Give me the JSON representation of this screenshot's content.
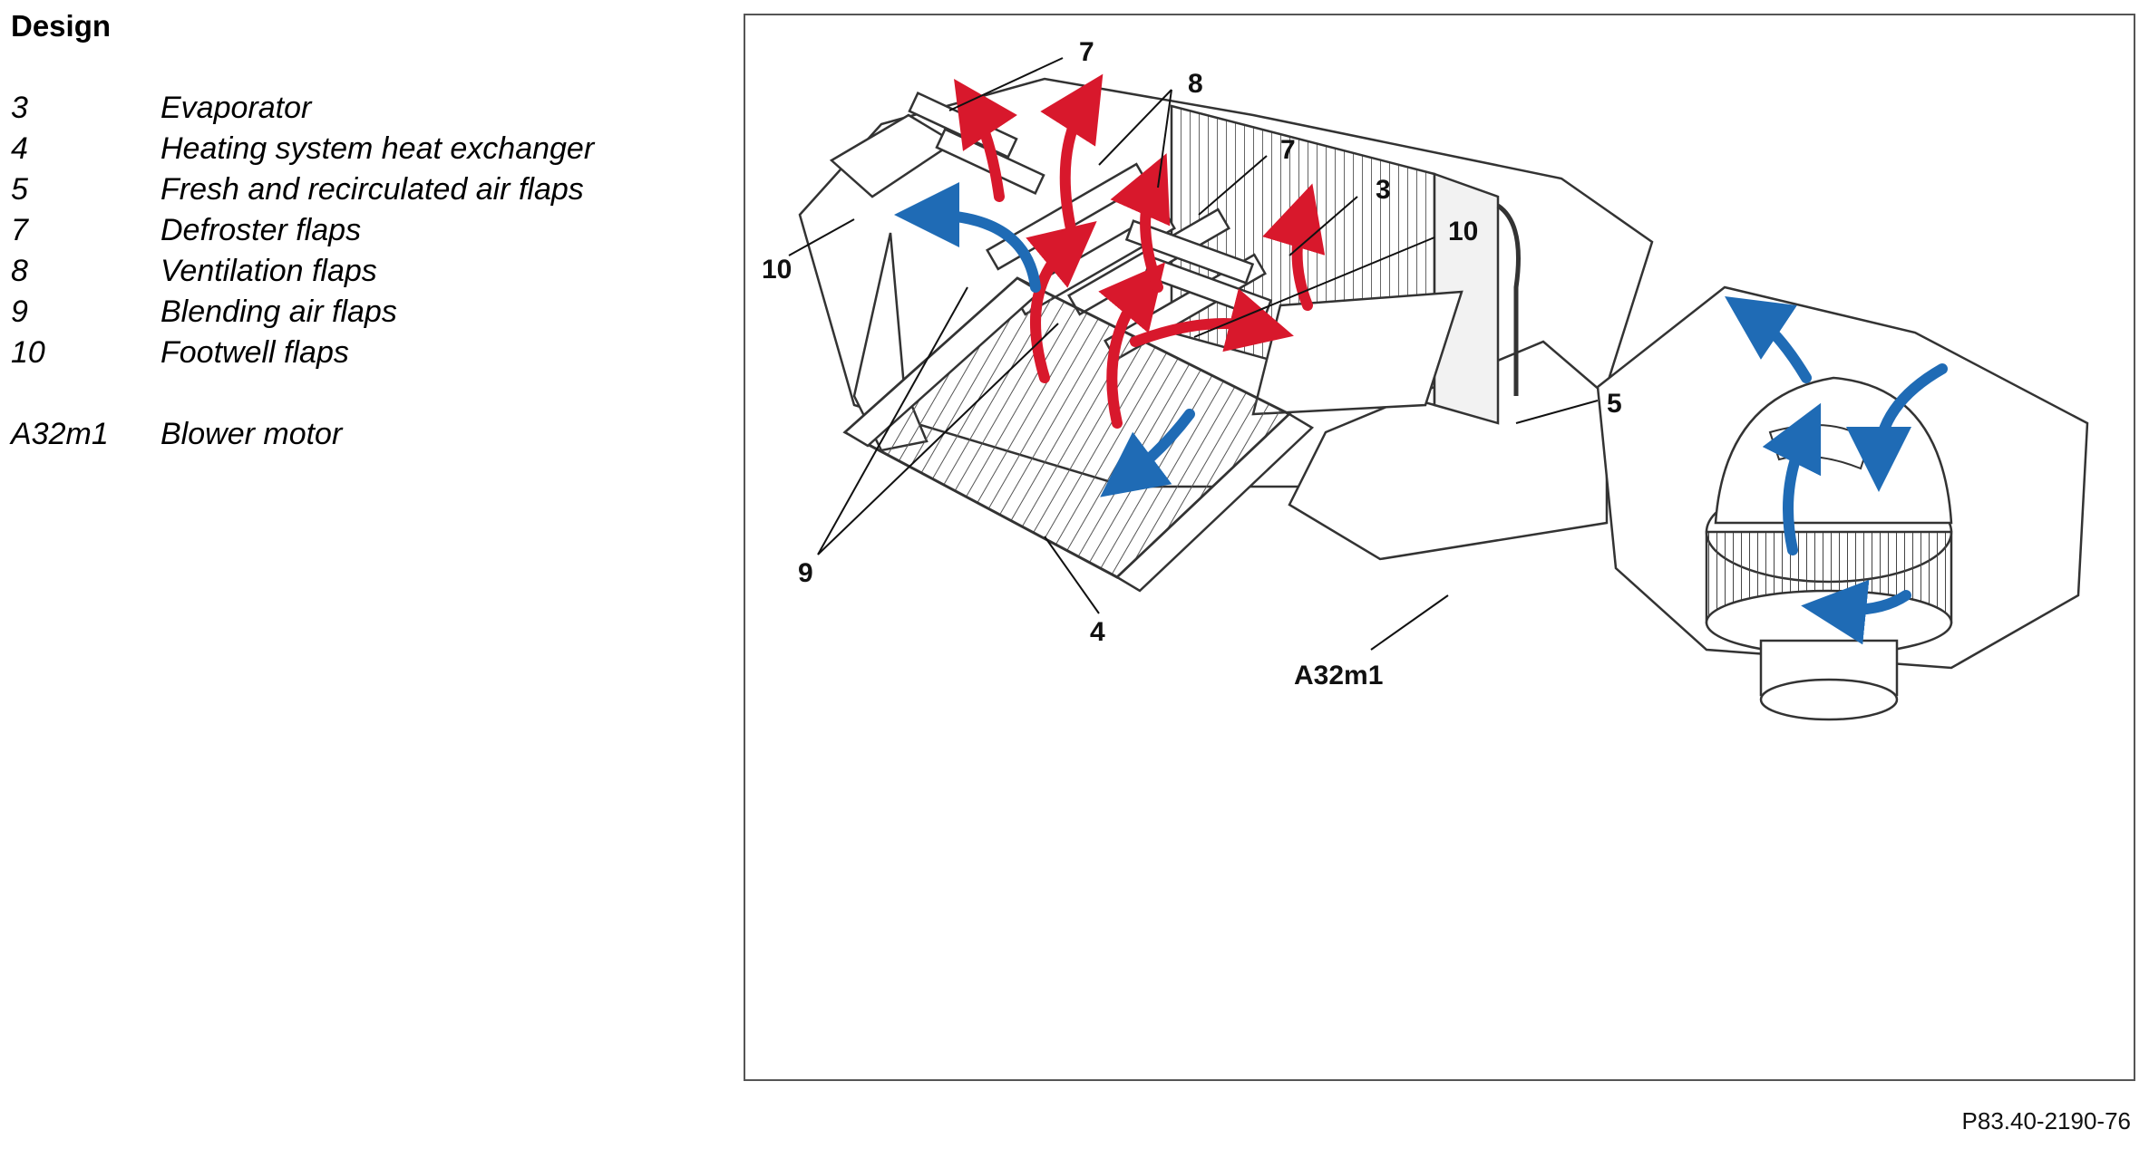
{
  "heading": "Design",
  "legend": [
    {
      "code": "3",
      "label": "Evaporator"
    },
    {
      "code": "4",
      "label": "Heating system heat exchanger"
    },
    {
      "code": "5",
      "label": "Fresh and recirculated air flaps"
    },
    {
      "code": "7",
      "label": "Defroster flaps"
    },
    {
      "code": "8",
      "label": "Ventilation flaps"
    },
    {
      "code": "9",
      "label": "Blending air flaps"
    },
    {
      "code": "10",
      "label": "Footwell flaps"
    },
    {
      "code": "A32m1",
      "label": "Blower motor"
    }
  ],
  "callouts": {
    "c7a": "7",
    "c8": "8",
    "c7b": "7",
    "c3": "3",
    "c10a": "10",
    "c10b": "10",
    "c5": "5",
    "c9": "9",
    "c4": "4",
    "cA32m1": "A32m1"
  },
  "colors": {
    "warm_air": "#d8182c",
    "cold_air": "#1f6bb5",
    "outline": "#333333"
  },
  "figure_reference": "P83.40-2190-76"
}
